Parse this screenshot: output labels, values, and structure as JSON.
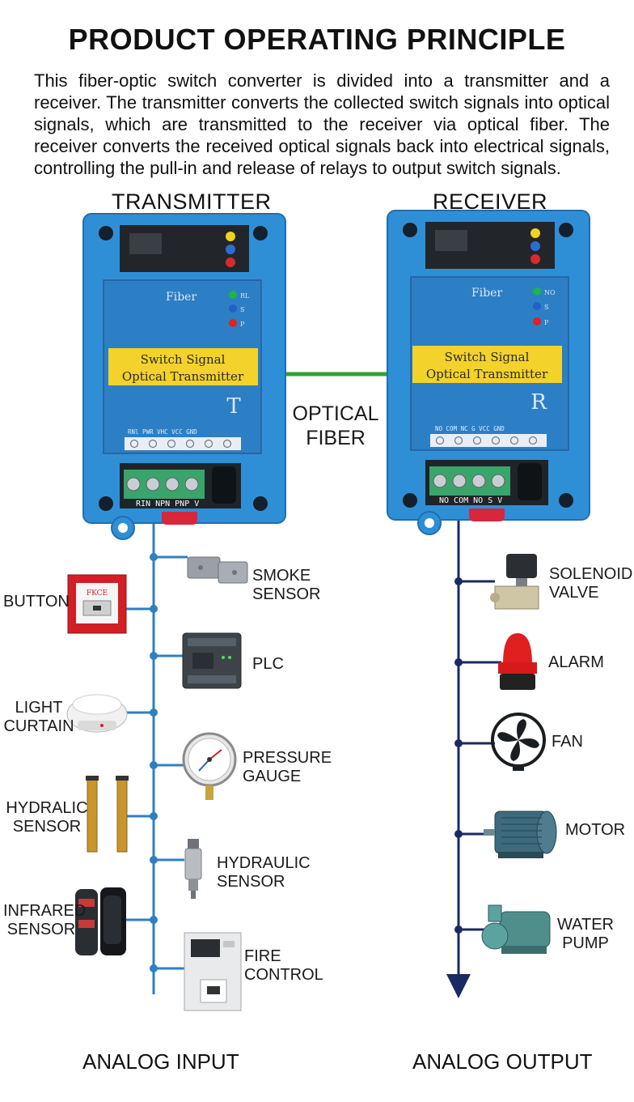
{
  "title": "PRODUCT OPERATING PRINCIPLE",
  "description": "This fiber-optic switch converter is divided into a transmitter and a receiver. The transmitter converts the collected switch signals into optical signals, which are transmitted to the receiver via optical fiber. The receiver converts the received optical signals back into electrical signals, controlling the pull-in and release of relays to output switch signals.",
  "transmitter": {
    "heading": "TRANSMITTER",
    "panel_label": "Fiber",
    "led_labels": [
      "RL",
      "S",
      "P"
    ],
    "banner_line1": "Switch Signal",
    "banner_line2": "Optical Transmitter",
    "letter": "T",
    "top_pins": "RNl   PWR VHC VCC GND",
    "terminal_labels": "RIN  NPN PNP V"
  },
  "receiver": {
    "heading": "RECEIVER",
    "panel_label": "Fiber",
    "led_labels": [
      "NO",
      "S",
      "P"
    ],
    "banner_line1": "Switch Signal",
    "banner_line2": "Optical Transmitter",
    "letter": "R",
    "top_pins": "NO COM NC  G  VCC GND",
    "terminal_labels": "NO COM NO S V"
  },
  "fiber_label": [
    "OPTICAL",
    "FIBER"
  ],
  "inputs": {
    "footer": "ANALOG INPUT",
    "items": [
      {
        "id": "smoke-sensor",
        "lines": [
          "SMOKE",
          "SENSOR"
        ]
      },
      {
        "id": "button",
        "lines": [
          "BUTTON"
        ]
      },
      {
        "id": "plc",
        "lines": [
          "PLC"
        ]
      },
      {
        "id": "light-curtain",
        "lines": [
          "LIGHT",
          "CURTAIN"
        ]
      },
      {
        "id": "pressure-gauge",
        "lines": [
          "PRESSURE",
          "GAUGE"
        ]
      },
      {
        "id": "hydralic-sensor",
        "lines": [
          "HYDRALIC",
          "SENSOR"
        ]
      },
      {
        "id": "hydraulic-sensor",
        "lines": [
          "HYDRAULIC",
          "SENSOR"
        ]
      },
      {
        "id": "infrared-sensor",
        "lines": [
          "INFRARED",
          "SENSOR"
        ]
      },
      {
        "id": "fire-control",
        "lines": [
          "FIRE",
          "CONTROL"
        ]
      }
    ]
  },
  "outputs": {
    "footer": "ANALOG OUTPUT",
    "items": [
      {
        "id": "solenoid-valve",
        "lines": [
          "SOLENOID",
          "VALVE"
        ]
      },
      {
        "id": "alarm",
        "lines": [
          "ALARM"
        ]
      },
      {
        "id": "fan",
        "lines": [
          "FAN"
        ]
      },
      {
        "id": "motor",
        "lines": [
          "MOTOR"
        ]
      },
      {
        "id": "water-pump",
        "lines": [
          "WATER",
          "PUMP"
        ]
      }
    ]
  },
  "button_plate_text": "FKCE",
  "colors": {
    "module_blue": "#2f8fd6",
    "panel_blue": "#2c7fc4",
    "banner_yellow": "#f3d22b",
    "fiber_green": "#2fa42f",
    "input_line": "#2f7fc1",
    "output_line": "#1b2a63"
  }
}
